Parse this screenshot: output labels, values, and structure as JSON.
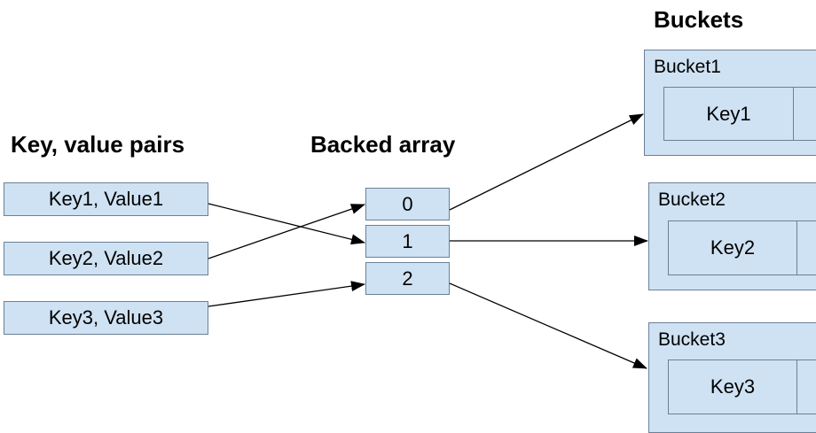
{
  "headings": {
    "pairs": "Key, value pairs",
    "array": "Backed array",
    "buckets": "Buckets"
  },
  "pairs": [
    {
      "label": "Key1, Value1"
    },
    {
      "label": "Key2, Value2"
    },
    {
      "label": "Key3, Value3"
    }
  ],
  "array": [
    {
      "label": "0"
    },
    {
      "label": "1"
    },
    {
      "label": "2"
    }
  ],
  "buckets": [
    {
      "label": "Bucket1",
      "key": "Key1"
    },
    {
      "label": "Bucket2",
      "key": "Key2"
    },
    {
      "label": "Bucket3",
      "key": "Key3"
    }
  ],
  "mappings": [
    {
      "from": "Key1, Value1",
      "to": "1"
    },
    {
      "from": "Key2, Value2",
      "to": "0"
    },
    {
      "from": "Key3, Value3",
      "to": "2"
    },
    {
      "from": "0",
      "to": "Bucket1"
    },
    {
      "from": "1",
      "to": "Bucket2"
    },
    {
      "from": "2",
      "to": "Bucket3"
    }
  ],
  "colors": {
    "box_fill": "#cfe2f3",
    "box_border": "#6b8096",
    "arrow": "#000000"
  }
}
